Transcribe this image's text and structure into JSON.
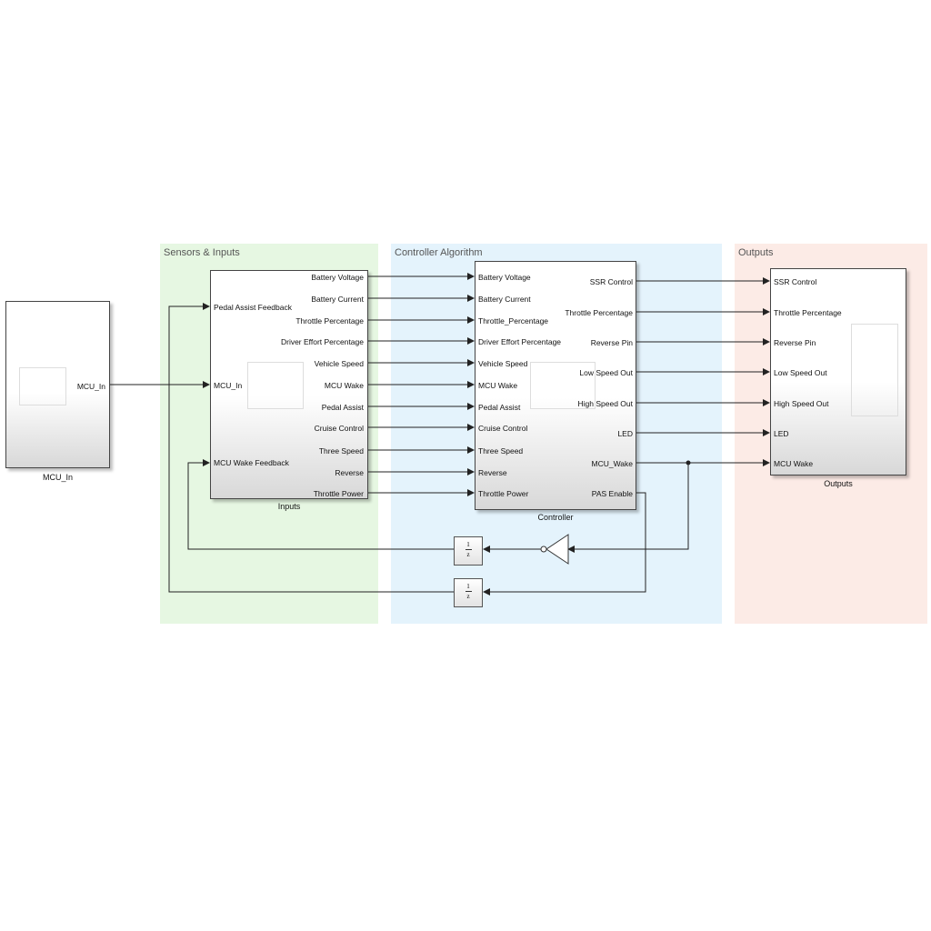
{
  "areas": {
    "sensors": {
      "label": "Sensors & Inputs",
      "color": "#e6f7e2"
    },
    "controller": {
      "label": "Controller Algorithm",
      "color": "#e4f3fc"
    },
    "outputs": {
      "label": "Outputs",
      "color": "#fcebe6"
    }
  },
  "blocks": {
    "mcu_in": {
      "caption": "MCU_In",
      "outputs": [
        "MCU_In"
      ]
    },
    "inputs": {
      "caption": "Inputs",
      "inputs": [
        "Pedal Assist Feedback",
        "MCU_In",
        "MCU Wake Feedback"
      ],
      "outputs": [
        "Battery Voltage",
        "Battery Current",
        "Throttle Percentage",
        "Driver Effort Percentage",
        "Vehicle Speed",
        "MCU Wake",
        "Pedal Assist",
        "Cruise Control",
        "Three Speed",
        "Reverse",
        "Throttle Power"
      ]
    },
    "controller": {
      "caption": "Controller",
      "inputs": [
        "Battery Voltage",
        "Battery Current",
        "Throttle_Percentage",
        "Driver Effort Percentage",
        "Vehicle Speed",
        "MCU Wake",
        "Pedal Assist",
        "Cruise Control",
        "Three Speed",
        "Reverse",
        "Throttle Power"
      ],
      "outputs": [
        "SSR Control",
        "Throttle Percentage",
        "Reverse Pin",
        "Low Speed Out",
        "High Speed Out",
        "LED",
        "MCU_Wake",
        "PAS Enable"
      ]
    },
    "outputs": {
      "caption": "Outputs",
      "inputs": [
        "SSR Control",
        "Throttle Percentage",
        "Reverse Pin",
        "Low Speed Out",
        "High Speed Out",
        "LED",
        "MCU Wake"
      ]
    },
    "delay1": {
      "num": "1",
      "den": "z"
    },
    "delay2": {
      "num": "1",
      "den": "z"
    }
  },
  "colors": {
    "wire": "#222222",
    "block_border": "#444444"
  }
}
